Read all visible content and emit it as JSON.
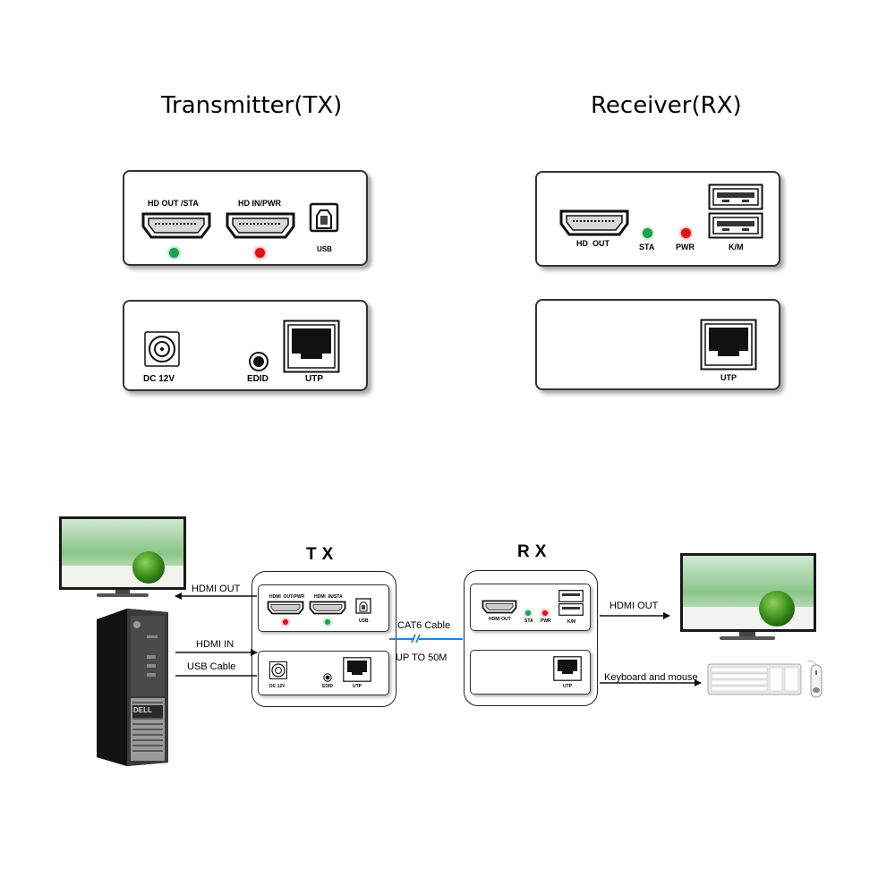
{
  "top": {
    "tx_title": "Transmitter(TX)",
    "rx_title": "Receiver(RX)",
    "tx_front": {
      "hd_out_sta": "HD OUT /STA",
      "hd_in_pwr": "HD IN/PWR",
      "usb": "USB",
      "led_sta_color": "#1aa34a",
      "led_pwr_color": "#e0101a"
    },
    "tx_back": {
      "dc": "DC 12V",
      "edid": "EDID",
      "utp": "UTP"
    },
    "rx_front": {
      "hd_out": "HD  OUT",
      "sta": "STA",
      "pwr": "PWR",
      "km": "K/M",
      "led_sta_color": "#1aa34a",
      "led_pwr_color": "#e0101a"
    },
    "rx_back": {
      "utp": "UTP"
    }
  },
  "bottom": {
    "tx_label": "TX",
    "rx_label": "RX",
    "hdmi_out_left": "HDMI OUT",
    "hdmi_in": "HDMI IN",
    "usb_cable": "USB Cable",
    "cat6": "CAT6 Cable",
    "up_to": "UP TO 50M",
    "hdmi_out_right": "HDMI OUT",
    "keyboard_mouse": "Keyboard and mouse",
    "mini_tx": {
      "hdmi_out_pwr": "HDMI  OUT/PWR",
      "hdmi_in_sta": "HDMI  IN/STA",
      "usb": "USB",
      "dc": "DC 12V",
      "edid": "EDID",
      "utp": "UTP"
    },
    "mini_rx": {
      "hdmi_out": "HDMI OUT",
      "sta": "STA",
      "pwr": "PWR",
      "km": "K/M",
      "utp": "UTP"
    },
    "pc_brand": "DELL"
  }
}
